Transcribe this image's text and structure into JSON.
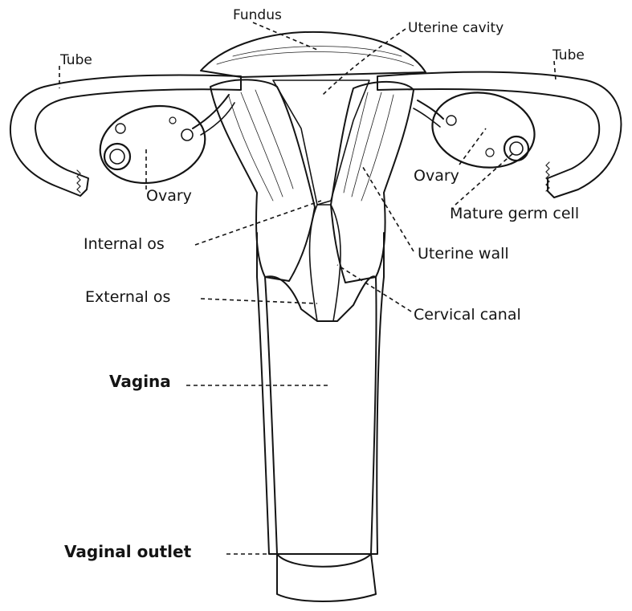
{
  "labels": {
    "fundus": "Fundus",
    "uterine_cavity": "Uterine cavity",
    "tube_left": "Tube",
    "tube_right": "Tube",
    "ovary_left": "Ovary",
    "ovary_right": "Ovary",
    "mature_germ_cell": "Mature germ cell",
    "internal_os": "Internal os",
    "uterine_wall": "Uterine wall",
    "external_os": "External os",
    "cervical_canal": "Cervical canal",
    "vagina": "Vagina",
    "vaginal_outlet": "Vaginal outlet"
  },
  "colors": {
    "ink": "#141414",
    "paper": "#ffffff"
  }
}
